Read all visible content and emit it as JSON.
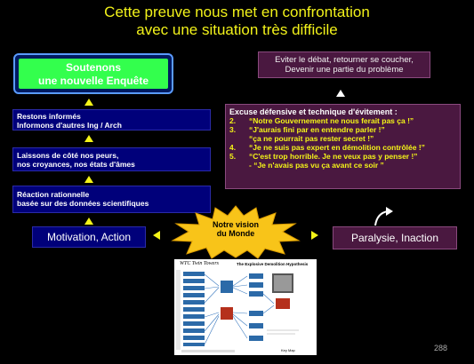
{
  "title": {
    "line1": "Cette preuve nous met en confrontation",
    "line2": "avec une situation très difficile"
  },
  "green_box": {
    "line1": "Soutenons",
    "line2": "une nouvelle Enquête"
  },
  "left_boxes": [
    {
      "line1": "Restons informés",
      "line2": "Informons d'autres Ing / Arch"
    },
    {
      "line1": "Laissons de côté nos peurs,",
      "line2": "nos croyances, nos états d'âmes"
    },
    {
      "line1": "Réaction rationnelle",
      "line2": "basée sur des données scientifiques"
    }
  ],
  "motivation": "Motivation, Action",
  "starburst": {
    "line1": "Notre vision",
    "line2": "du Monde"
  },
  "paralysie": "Paralysie, Inaction",
  "avoid_box": {
    "line1": "Eviter le débat, retourner se coucher,",
    "line2": "Devenir une partie du problème"
  },
  "excuse": {
    "heading": "Excuse défensive et technique d'évitement :",
    "items": [
      {
        "num": "2.",
        "text": "“Notre Gouvernement ne nous ferait pas ça !”"
      },
      {
        "num": "3.",
        "text": "“J'aurais fini par en entendre parler !”"
      },
      {
        "num": "",
        "text": "“ça ne pourrait pas rester secret !”"
      },
      {
        "num": "4.",
        "text": "“Je ne suis pas expert en démolition contrôlée !”"
      },
      {
        "num": "5.",
        "text": "“C'est trop horrible.  Je ne veux pas y penser !”"
      },
      {
        "num": "",
        "text": "- “Je n'avais pas vu ça avant ce soir ”"
      }
    ]
  },
  "diagram": {
    "title": "WTC Twin Towers",
    "subtitle": "The Explosive Demolition Hypothesis",
    "key_map": "Key Map"
  },
  "page_number": "288",
  "colors": {
    "title": "#f2f21a",
    "arrow": "#f4f418",
    "green": "#33ff4d",
    "navy": "#00007a",
    "plum": "#4a1840"
  }
}
